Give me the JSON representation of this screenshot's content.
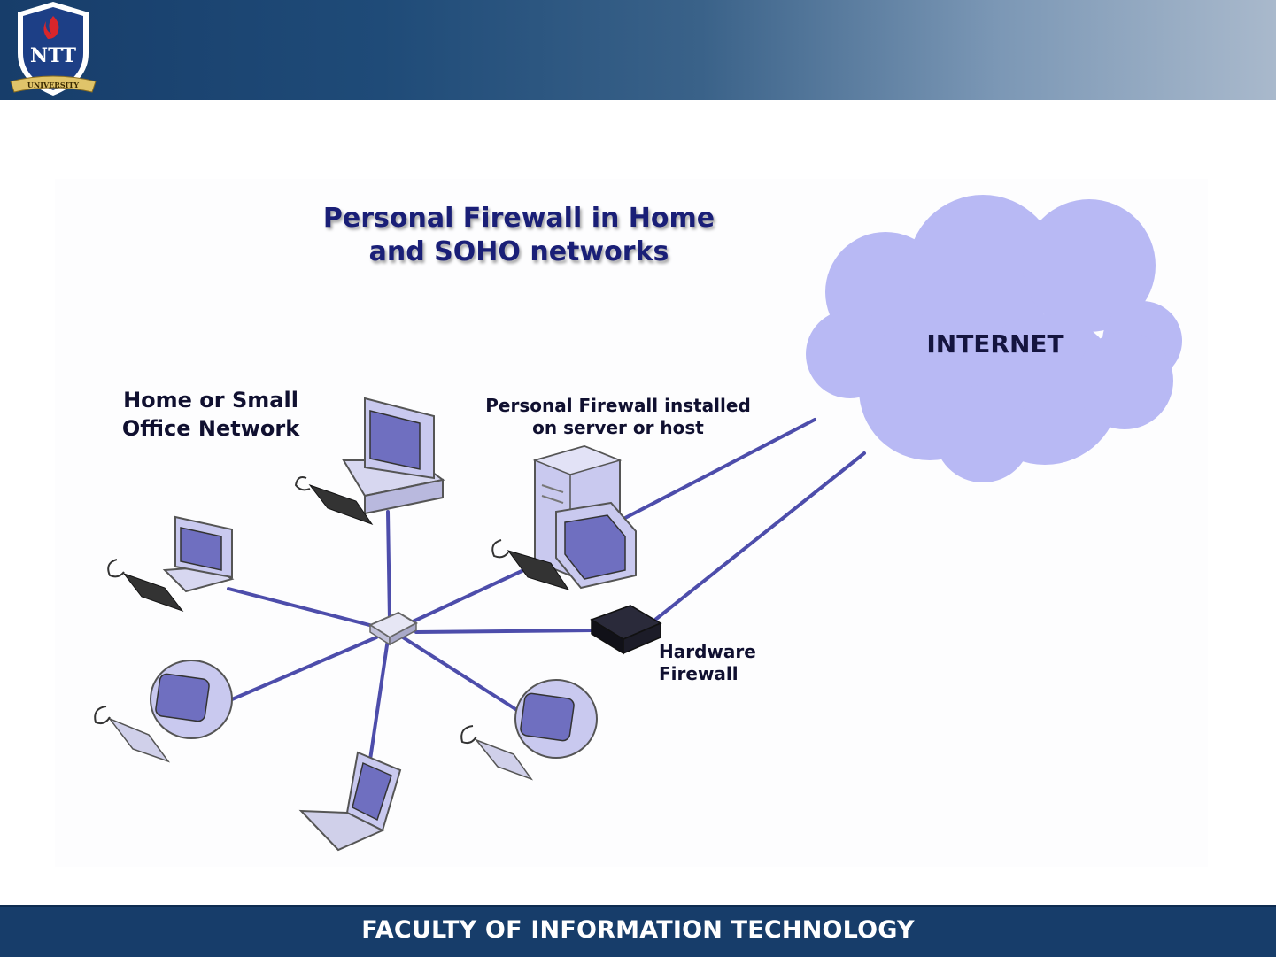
{
  "header": {
    "logo_text": "NTT",
    "logo_ribbon": "UNIVERSITY",
    "logo_icon": "shield-logo-icon"
  },
  "diagram": {
    "title_line1": "Personal Firewall in Home",
    "title_line2": "and SOHO networks",
    "cloud_label": "INTERNET",
    "network_label_line1": "Home or Small",
    "network_label_line2": "Office Network",
    "server_label_line1": "Personal Firewall installed",
    "server_label_line2": "on server or host",
    "hardware_label_line1": "Hardware",
    "hardware_label_line2": "Firewall"
  },
  "footer": {
    "text": "FACULTY OF INFORMATION TECHNOLOGY"
  },
  "colors": {
    "header_dark": "#173d6a",
    "header_light": "#a9b9cc",
    "cloud": "#b8b9f4",
    "device": "#c9c9ef",
    "line": "#4a4aa8"
  }
}
